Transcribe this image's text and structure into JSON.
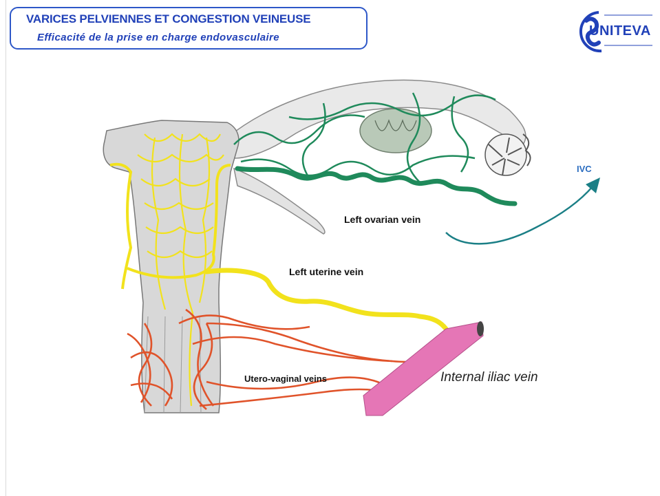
{
  "header": {
    "title": "VARICES PELVIENNES ET CONGESTION VEINEUSE",
    "subtitle": "Efficacité de la prise en charge endovasculaire"
  },
  "logo": {
    "name": "UNITEVA"
  },
  "diagram": {
    "labels": {
      "left_ovarian_vein": "Left ovarian vein",
      "left_uterine_vein": "Left uterine vein",
      "utero_vaginal_veins": "Utero-vaginal veins",
      "internal_iliac_vein": "Internal iliac vein",
      "ivc": "IVC"
    },
    "colors": {
      "ovarian_vein": "#1f8a5b",
      "uterine_vein": "#f2e21c",
      "utero_vaginal_veins": "#e0532a",
      "internal_iliac_vein": "#e576b6",
      "ivc_arrow": "#1b7f86",
      "title": "#2141b8"
    }
  }
}
